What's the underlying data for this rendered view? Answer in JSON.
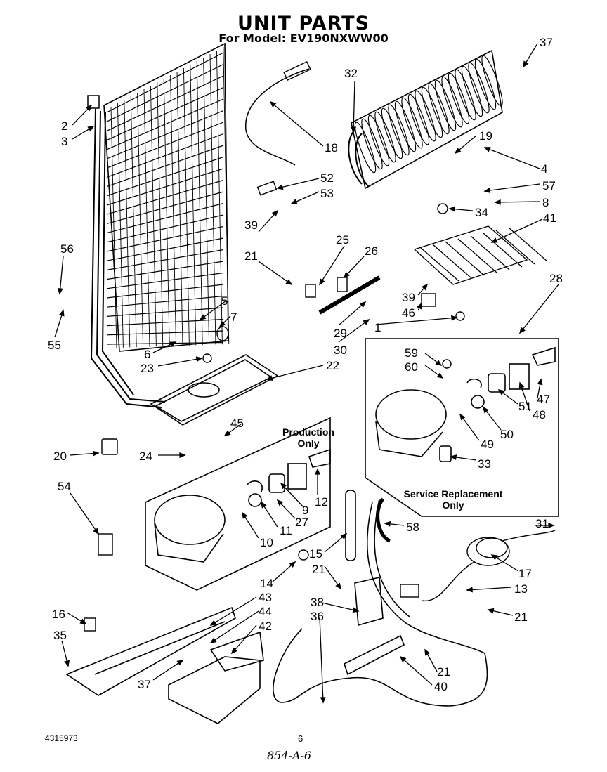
{
  "title": "UNIT PARTS",
  "subtitle": "For Model: EV190NXWW00",
  "notes": {
    "production": "Production\nOnly",
    "service": "Service Replacement\nOnly"
  },
  "footer": {
    "left": "4315973",
    "page": "6",
    "code": "854-A-6"
  },
  "callouts": [
    "37",
    "32",
    "2",
    "3",
    "18",
    "19",
    "4",
    "52",
    "57",
    "53",
    "8",
    "34",
    "39",
    "21",
    "25",
    "26",
    "41",
    "56",
    "39",
    "46",
    "28",
    "5",
    "7",
    "1",
    "29",
    "30",
    "55",
    "6",
    "23",
    "22",
    "59",
    "60",
    "47",
    "45",
    "48",
    "51",
    "50",
    "49",
    "33",
    "20",
    "24",
    "12",
    "9",
    "27",
    "54",
    "11",
    "10",
    "58",
    "31",
    "15",
    "17",
    "14",
    "21",
    "13",
    "43",
    "38",
    "36",
    "21",
    "16",
    "44",
    "42",
    "35",
    "21",
    "37",
    "40"
  ]
}
